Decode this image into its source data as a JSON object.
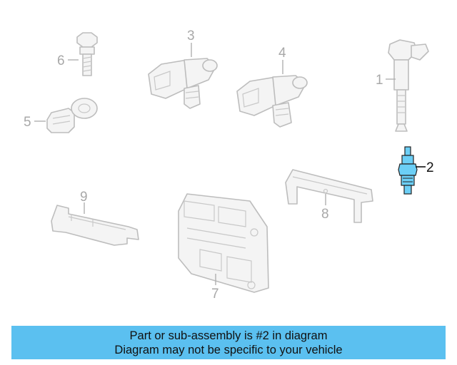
{
  "diagram": {
    "highlight_color": "#6ccff6",
    "highlighted_part": "2",
    "callouts": {
      "c1": "1",
      "c2": "2",
      "c3": "3",
      "c4": "4",
      "c5": "5",
      "c6": "6",
      "c7": "7",
      "c8": "8",
      "c9": "9"
    }
  },
  "banner": {
    "line1": "Part or sub-assembly is #2 in diagram",
    "line2": "Diagram may not be specific to your vehicle",
    "background": "#5bc0f0"
  }
}
